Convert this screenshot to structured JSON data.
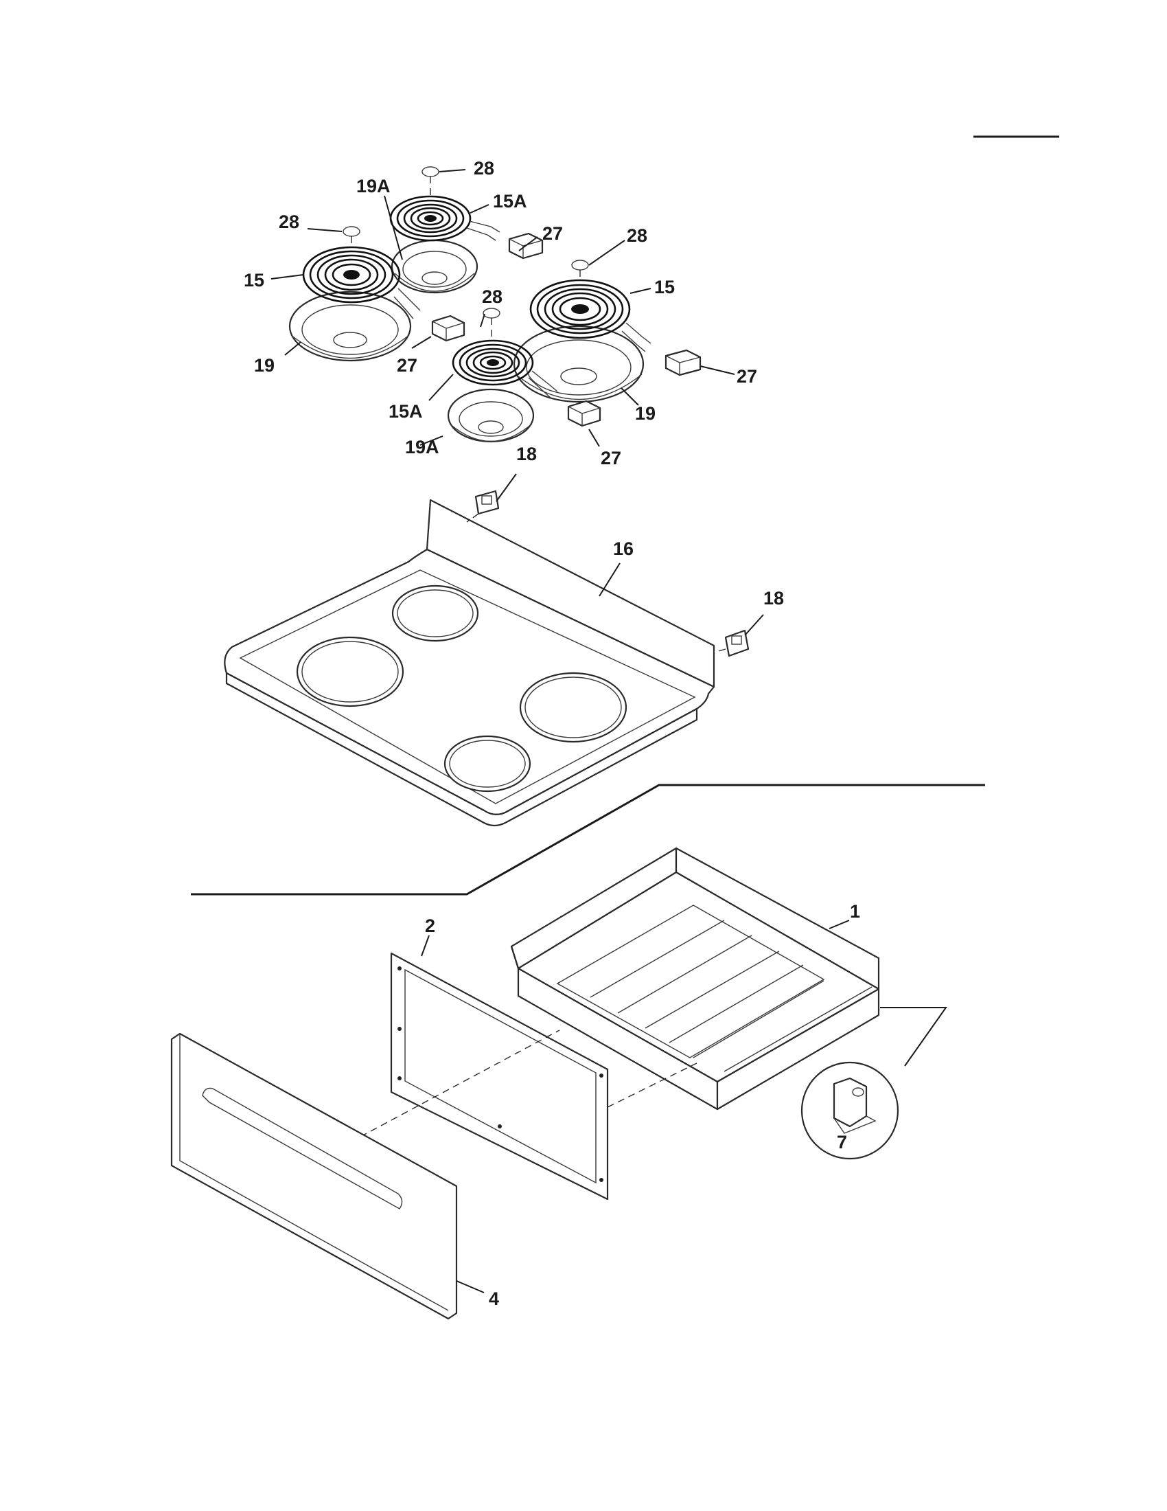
{
  "callouts": {
    "c28a": "28",
    "c28b": "28",
    "c28c": "28",
    "c28d": "28",
    "c19A_top": "19A",
    "c15A_top": "15A",
    "c27_top": "27",
    "c15_left": "15",
    "c15_right": "15",
    "c19_left": "19",
    "c27_left": "27",
    "c27_right": "27",
    "c15A_bottom": "15A",
    "c19_right": "19",
    "c19A_bottom": "19A",
    "c27_bottom": "27",
    "c18_left": "18",
    "c16": "16",
    "c18_right": "18",
    "c1": "1",
    "c2": "2",
    "c7": "7",
    "c4": "4"
  }
}
